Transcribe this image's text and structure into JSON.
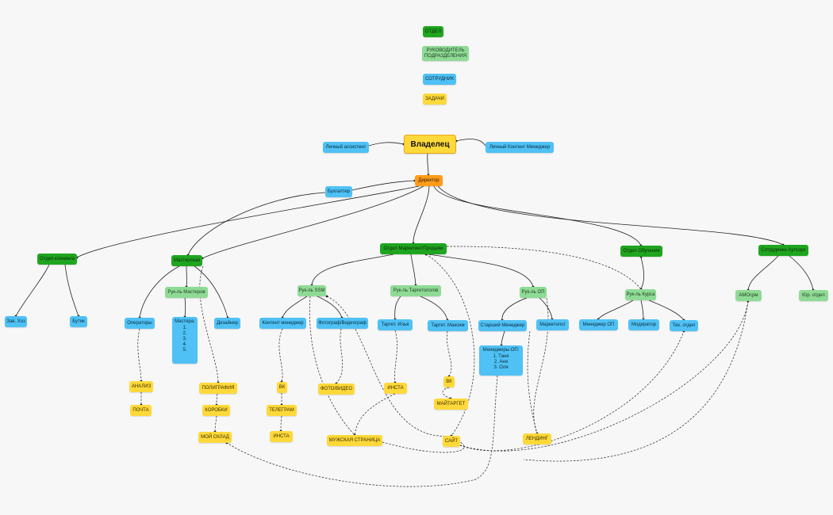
{
  "legend": {
    "dept": "ОТДЕЛ",
    "lead_line1": "РУКОВОДИТЕЛЬ",
    "lead_line2": "ПОДРАЗДЕЛЕНИЯ",
    "emp": "СОТРУДНИК",
    "task": "ЗАДАЧИ"
  },
  "colors": {
    "dept": "#1fa51f",
    "lead": "#8fdb96",
    "emp": "#4fc1f5",
    "task": "#ffd93a",
    "owner": "#ffd93a",
    "director": "#ff9c1a"
  },
  "nodes": {
    "owner": "Владелец",
    "assistant": "Личный ассистент",
    "content_manager_personal": "Личный Контент Менеджер",
    "director": "Директор",
    "accountant": "Бухгалтер",
    "dept_clinic": "Отдел клининга",
    "dept_workshop": "Мастерская",
    "dept_marketing": "Отдел Маркетинг/Продажи",
    "dept_training": "Отдел Обучения",
    "dept_outsource": "Сотрудники Аутсорс",
    "zav_hoz": "Зав. Хоз",
    "butik": "Бутик",
    "operators": "Операторы",
    "head_masters": "Рук-ль Мастеров",
    "designer": "Дизайнер",
    "masters_title": "Мастера:",
    "masters_items": [
      "1.",
      "2.",
      "3.",
      "4.",
      "5."
    ],
    "analiz": "АНАЛИЗ",
    "pochta": "ПОЧТА",
    "poligrafia": "ПОЛИГРАФИЯ",
    "korobki": "КОРОБКИ",
    "moy_sklad": "МОЙ СКЛАД",
    "head_smm": "Рук-ль SSM",
    "content_manager": "Контент менеджер",
    "photographer": "Фотограф/Видеограф",
    "task_vk1": "ВК",
    "task_telegram": "ТЕЛЕГРАМ",
    "task_insta1": "ИНСТА",
    "task_photovideo": "ФОТО/ВИДЕО",
    "head_target": "Рук-ль Таргетологов",
    "target_ilya": "Таргет. Илья",
    "target_maxim": "Таргет. Максим",
    "task_insta2": "ИНСТА",
    "task_vk2": "ВК",
    "task_mytarget": "МАЙТАРГЕТ",
    "task_male_page": "МУЖСКАЯ СТРАНИЦА",
    "task_site": "САЙТ",
    "head_op": "Рук-ль ОП",
    "senior_manager": "Старший Менеджер",
    "marketolog": "Маркетолог",
    "managers_op_title": "Менеджеры ОП:",
    "managers_op_items": [
      "1. Таня",
      "2. Аня",
      "3. Оля"
    ],
    "task_landing": "ЛЕНДИНГ",
    "head_course": "Рук-ль Курса",
    "manager_op": "Менеджер ОП",
    "moderator": "Модератор",
    "tech_dept": "Тех. отдел",
    "amocrm": "АМОсрм",
    "legal_dept": "Юр. отдел"
  }
}
